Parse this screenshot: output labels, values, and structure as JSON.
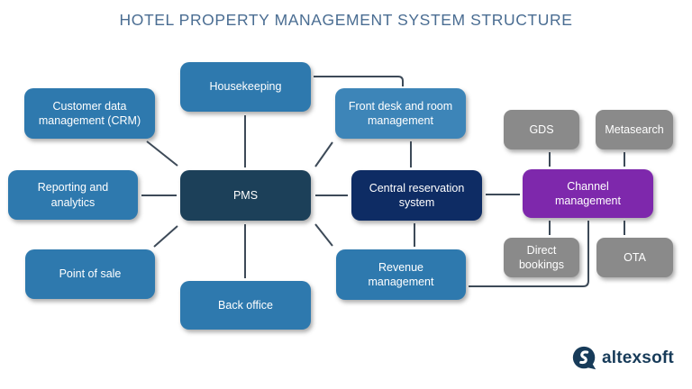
{
  "title": "HOTEL PROPERTY MANAGEMENT SYSTEM STRUCTURE",
  "nodes": {
    "housekeeping": {
      "label": "Housekeeping"
    },
    "crm": {
      "label": "Customer data management (CRM)"
    },
    "front_desk": {
      "label": "Front desk and room management"
    },
    "reporting": {
      "label": "Reporting and analytics"
    },
    "pms": {
      "label": "PMS"
    },
    "crs": {
      "label": "Central reservation system"
    },
    "channel": {
      "label": "Channel management"
    },
    "gds": {
      "label": "GDS"
    },
    "metasearch": {
      "label": "Metasearch"
    },
    "point_of_sale": {
      "label": "Point of sale"
    },
    "back_office": {
      "label": "Back office"
    },
    "revenue": {
      "label": "Revenue management"
    },
    "direct_bookings": {
      "label": "Direct bookings"
    },
    "ota": {
      "label": "OTA"
    }
  },
  "connections": [
    "CRM - PMS",
    "Housekeeping - PMS",
    "Housekeeping - Front desk and room management",
    "Front desk and room management - PMS",
    "Front desk and room management - Central reservation system",
    "Reporting and analytics - PMS",
    "PMS - Central reservation system",
    "Point of sale - PMS",
    "Back office - PMS",
    "Revenue management - PMS",
    "Central reservation system - Revenue management",
    "Central reservation system - Channel management",
    "GDS - Channel management",
    "Metasearch - Channel management",
    "Channel management - Direct bookings",
    "Channel management - OTA",
    "Channel management - Revenue management"
  ],
  "colors": {
    "module_blue": "#2e79ae",
    "front_desk_blue": "#3d85b8",
    "pms_dark": "#1c4059",
    "crs_navy": "#0e2c64",
    "channel_purple": "#7e28ac",
    "external_gray": "#8a8a8a",
    "connector": "#3d4a58",
    "title_text": "#4a6d92",
    "logo_navy": "#173b59"
  },
  "logo": {
    "text": "altexsoft"
  }
}
